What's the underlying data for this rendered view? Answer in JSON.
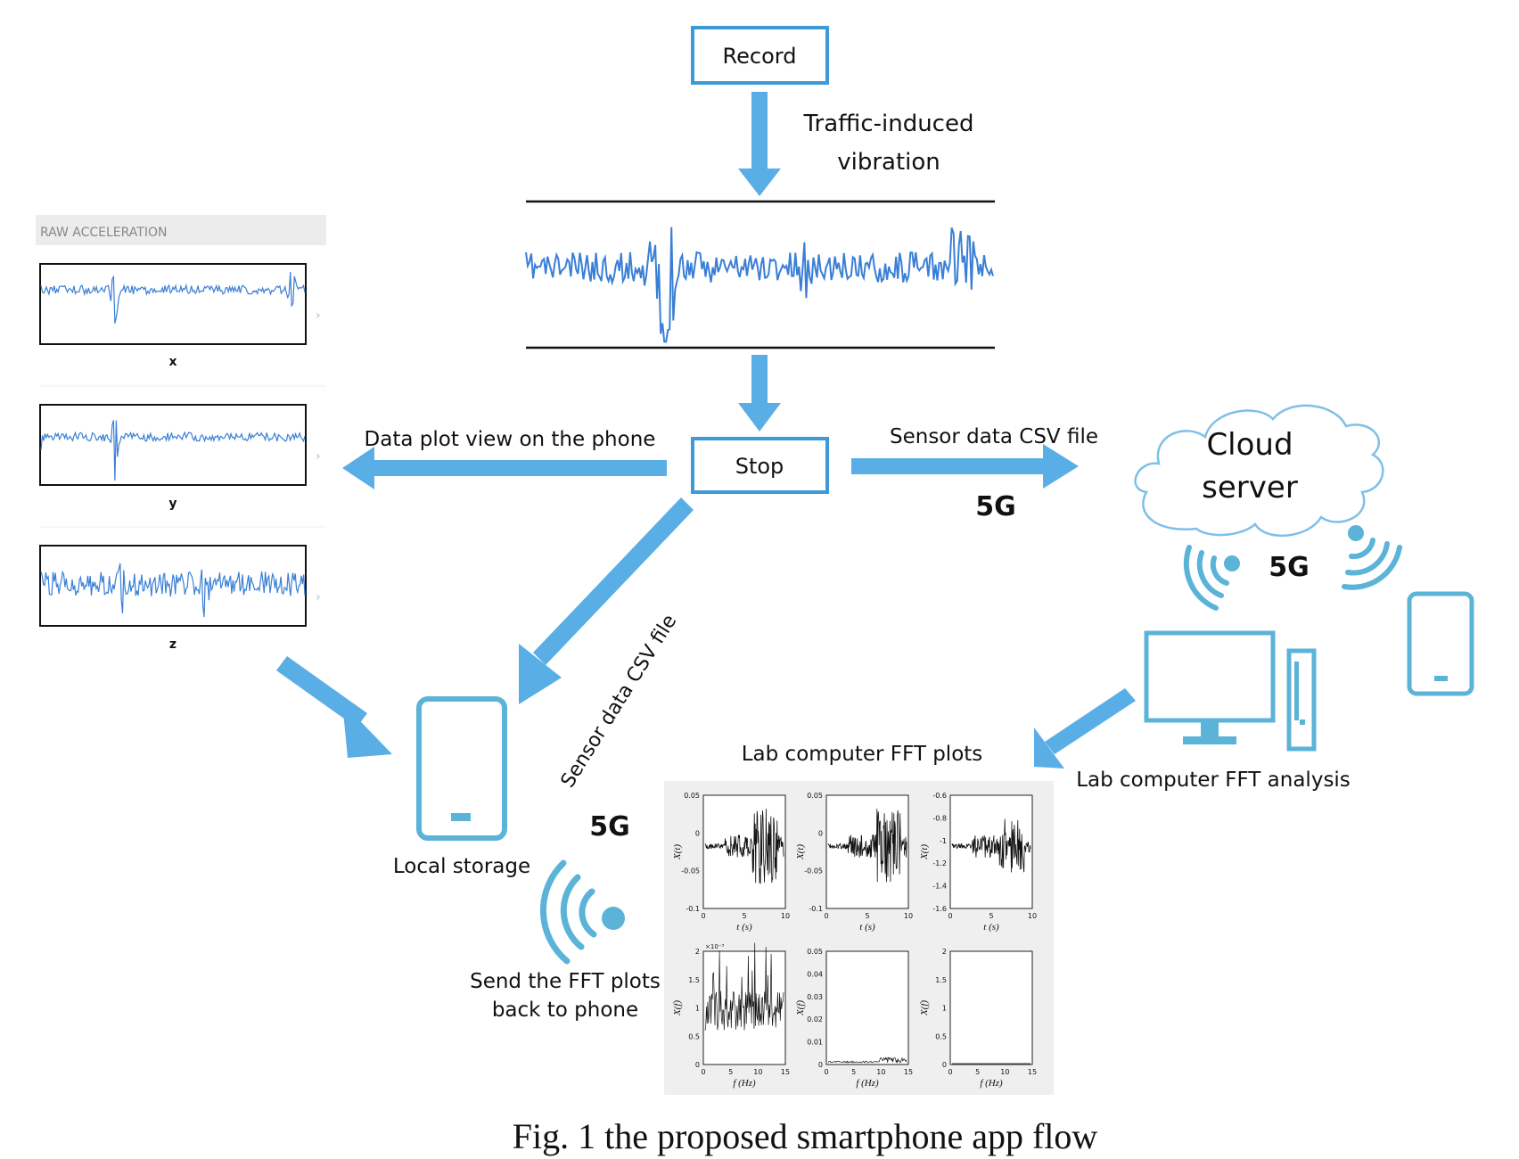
{
  "boxes": {
    "record": "Record",
    "stop": "Stop"
  },
  "labels": {
    "traffic_line1": "Traffic-induced",
    "traffic_line2": "vibration",
    "data_plot_view": "Data plot view on the phone",
    "sensor_csv_right": "Sensor data CSV file",
    "sensor_csv_diag": "Sensor data CSV file",
    "fiveg_a": "5G",
    "fiveg_b": "5G",
    "fiveg_c": "5G",
    "cloud_line1": "Cloud",
    "cloud_line2": "server",
    "local_storage": "Local storage",
    "lab_analysis": "Lab computer FFT analysis",
    "lab_plots": "Lab computer FFT plots",
    "send_line1": "Send  the FFT plots",
    "send_line2": "back to phone"
  },
  "raw_panel": {
    "header": "RAW ACCELERATION",
    "axes": [
      "x",
      "y",
      "z"
    ]
  },
  "fft_panel": {
    "top": [
      {
        "ylabel": "X(t)",
        "yticks": [
          "0.05",
          "0",
          "-0.05",
          "-0.1"
        ],
        "xticks": [
          "0",
          "5",
          "10"
        ],
        "xlabel": "t (s)"
      },
      {
        "ylabel": "X(t)",
        "yticks": [
          "0.05",
          "0",
          "-0.05",
          "-0.1"
        ],
        "xticks": [
          "0",
          "5",
          "10"
        ],
        "xlabel": "t (s)"
      },
      {
        "ylabel": "X(t)",
        "yticks": [
          "-0.6",
          "-0.8",
          "-1",
          "-1.2",
          "-1.4",
          "-1.6"
        ],
        "xticks": [
          "0",
          "5",
          "10"
        ],
        "xlabel": "t (s)"
      }
    ],
    "bottom": [
      {
        "ylabel": "X(f)",
        "yticks": [
          "2",
          "1.5",
          "1",
          "0.5",
          "0"
        ],
        "xticks": [
          "0",
          "5",
          "10",
          "15"
        ],
        "xlabel": "f (Hz)",
        "exponent": "×10⁻³"
      },
      {
        "ylabel": "X(f)",
        "yticks": [
          "0.05",
          "0.04",
          "0.03",
          "0.02",
          "0.01",
          "0"
        ],
        "xticks": [
          "0",
          "5",
          "10",
          "15"
        ],
        "xlabel": "f (Hz)"
      },
      {
        "ylabel": "X(f)",
        "yticks": [
          "2",
          "1.5",
          "1",
          "0.5",
          "0"
        ],
        "xticks": [
          "0",
          "5",
          "10",
          "15"
        ],
        "xlabel": "f (Hz)"
      }
    ]
  },
  "caption": "Fig. 1 the proposed smartphone app flow",
  "colors": {
    "arrow": "#5aaee6",
    "box_border": "#3d9ad8",
    "signal": "#3a7fd6",
    "icon": "#5cb3d8",
    "cloud": "#7fbfe8"
  }
}
